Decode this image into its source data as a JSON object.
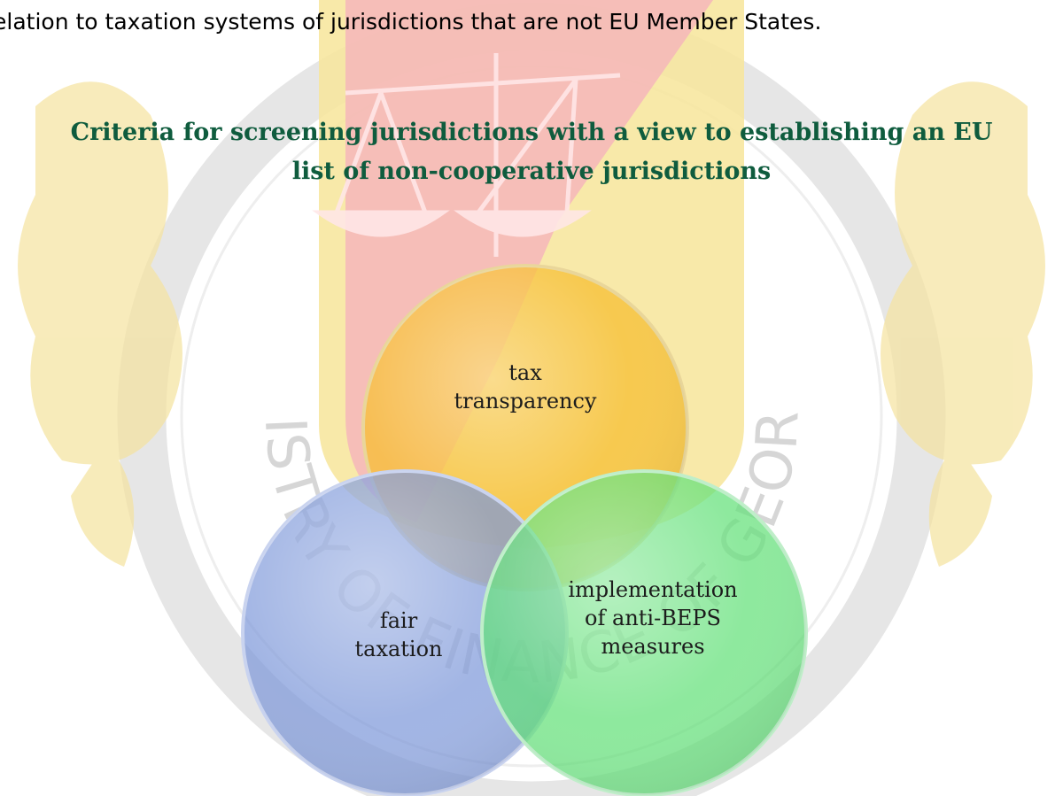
{
  "document": {
    "fragment_text": "elation to taxation systems of jurisdictions that are not EU Member States.",
    "heading": "Criteria for screening jurisdictions with a view to establishing an EU list of non-cooperative jurisdictions"
  },
  "watermark": {
    "text": "MINISTRY OF FINANCE OF GEORGIA",
    "colors": {
      "red": "#f0a7a7",
      "gold": "#f3dc79",
      "seal_ring": "#e2e2e2",
      "letters": "#d9d9d9"
    }
  },
  "venn": {
    "circles": [
      {
        "label": "tax transparency",
        "color": "#f7be32"
      },
      {
        "label": "fair taxation",
        "color": "#7e98d9"
      },
      {
        "label": "implementation of anti-BEPS measures",
        "color": "#62e079"
      }
    ]
  }
}
